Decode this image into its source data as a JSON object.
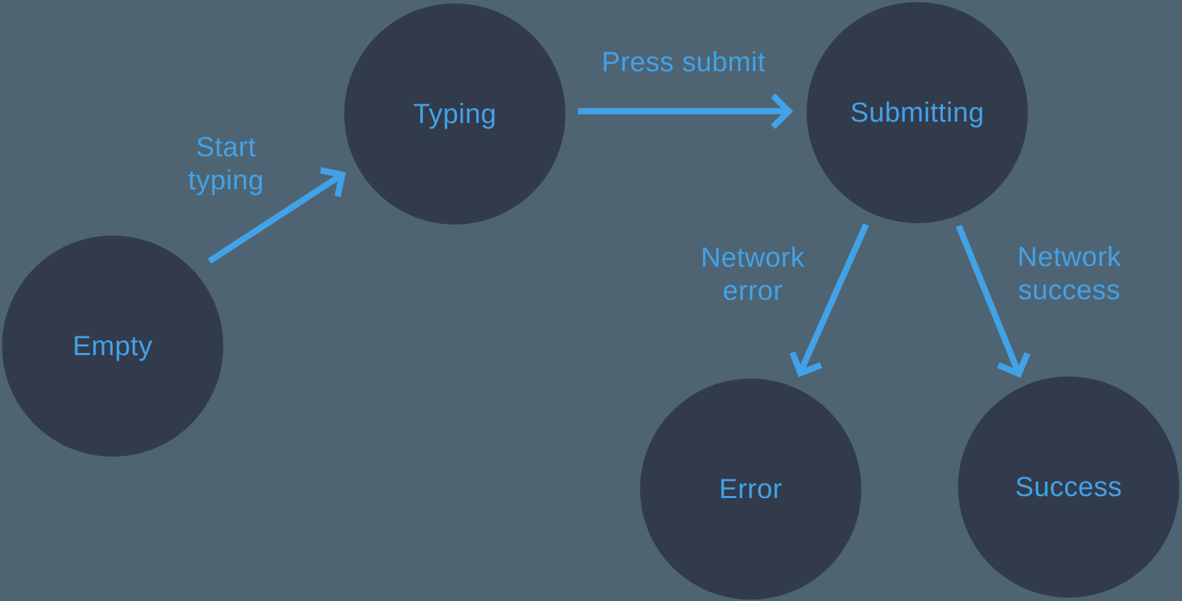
{
  "colors": {
    "background": "#4e6473",
    "node_fill": "#323b4c",
    "accent": "#42a2e8"
  },
  "states": [
    {
      "id": "empty",
      "label": "Empty"
    },
    {
      "id": "typing",
      "label": "Typing"
    },
    {
      "id": "submitting",
      "label": "Submitting"
    },
    {
      "id": "error",
      "label": "Error"
    },
    {
      "id": "success",
      "label": "Success"
    }
  ],
  "transitions": [
    {
      "id": "start-typing",
      "label": "Start typing",
      "label_lines": [
        "Start",
        "typing"
      ],
      "from": "empty",
      "to": "typing"
    },
    {
      "id": "press-submit",
      "label": "Press submit",
      "label_lines": [
        "Press submit"
      ],
      "from": "typing",
      "to": "submitting"
    },
    {
      "id": "network-error",
      "label": "Network error",
      "label_lines": [
        "Network",
        "error"
      ],
      "from": "submitting",
      "to": "error"
    },
    {
      "id": "network-success",
      "label": "Network success",
      "label_lines": [
        "Network",
        "success"
      ],
      "from": "submitting",
      "to": "success"
    }
  ]
}
